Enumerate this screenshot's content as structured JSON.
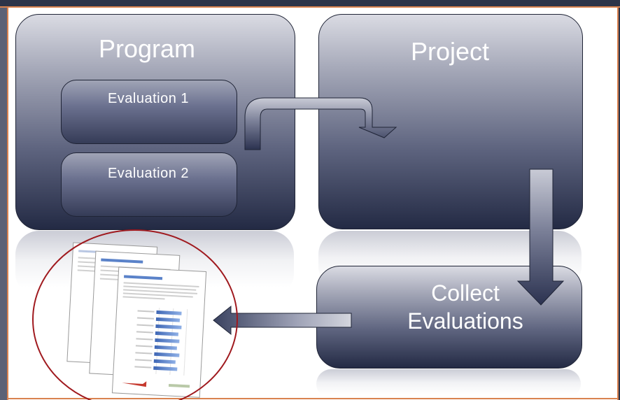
{
  "program": {
    "title": "Program",
    "evaluation_1": "Evaluation 1",
    "evaluation_2": "Evaluation 2"
  },
  "project": {
    "title": "Project"
  },
  "collect": {
    "line_1": "Collect",
    "line_2": "Evaluations"
  },
  "colors": {
    "box_dark": "#232a44",
    "box_light": "#dadbe3",
    "frame_accent": "#d9824f",
    "circle_red": "#a01a1f",
    "bar_blue": "#5a82c9"
  }
}
